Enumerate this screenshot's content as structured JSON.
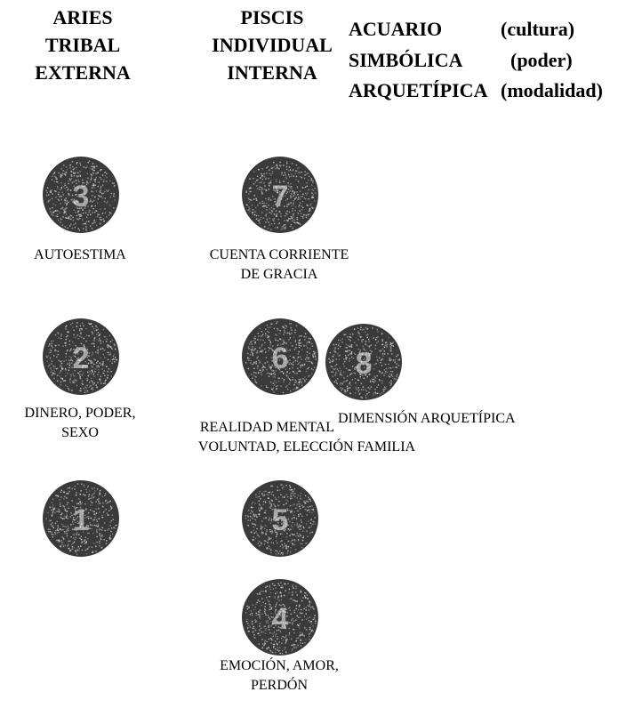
{
  "headers": {
    "aries": [
      "ARIES",
      "TRIBAL",
      "EXTERNA"
    ],
    "piscis": [
      "PISCIS",
      "INDIVIDUAL",
      "INTERNA"
    ],
    "acuario": [
      {
        "name": "ACUARIO",
        "note": "(cultura)"
      },
      {
        "name": "SIMBÓLICA",
        "note": "(poder)"
      },
      {
        "name": "ARQUETÍPICA",
        "note": "(modalidad)"
      }
    ]
  },
  "chakras": [
    {
      "id": "c3",
      "number": "3",
      "label": [
        "AUTOESTIMA"
      ]
    },
    {
      "id": "c7",
      "number": "7",
      "label": [
        "CUENTA CORRIENTE",
        "DE GRACIA"
      ]
    },
    {
      "id": "c2",
      "number": "2",
      "label": [
        "DINERO, PODER,",
        "SEXO"
      ]
    },
    {
      "id": "c6",
      "number": "6",
      "label": [
        "REALIDAD MENTAL",
        "VOLUNTAD, ELECCIÓN FAMILIA"
      ]
    },
    {
      "id": "c8",
      "number": "8",
      "label": [
        "DIMENSIÓN ARQUETÍPICA"
      ]
    },
    {
      "id": "c1",
      "number": "1",
      "label": []
    },
    {
      "id": "c5",
      "number": "5",
      "label": []
    },
    {
      "id": "c4",
      "number": "4",
      "label": [
        "EMOCIÓN, AMOR,",
        "PERDÓN"
      ]
    }
  ],
  "colors": {
    "disc": "#3a3a3a",
    "speckle": "#d8d8d8",
    "number": "#ffffff"
  }
}
